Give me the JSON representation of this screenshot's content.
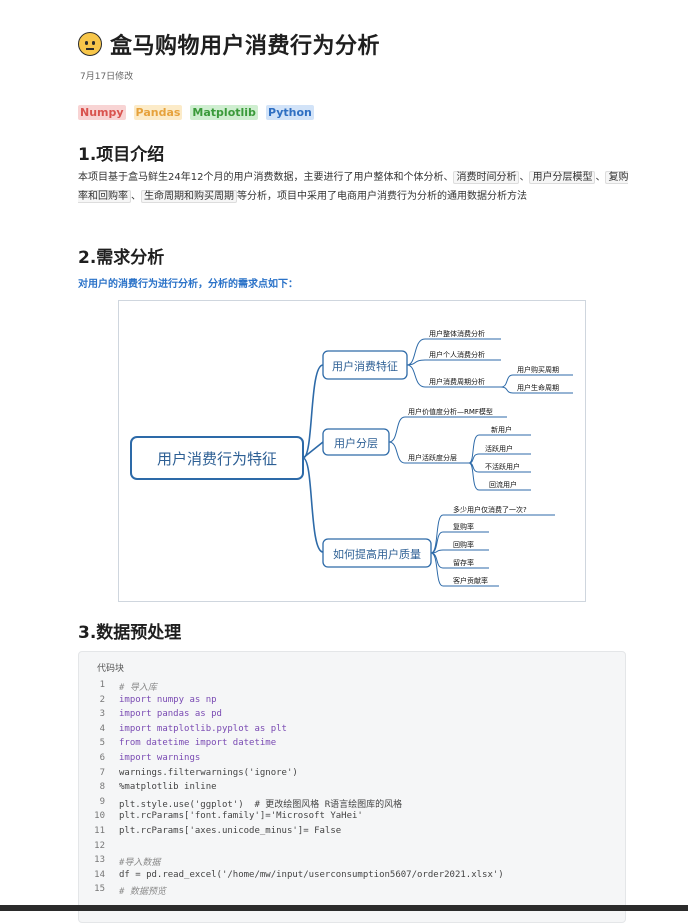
{
  "doc": {
    "title": "盒马购物用户消费行为分析",
    "modified": "7月17日修改",
    "tags": [
      "Numpy",
      "Pandas",
      "Matplotlib",
      "Python"
    ]
  },
  "sections": [
    {
      "heading": "1.项目介绍"
    },
    {
      "heading": "2.需求分析"
    },
    {
      "heading": "3.数据预处理"
    }
  ],
  "intro": {
    "t1": "本项目基于盒马鲜生24年12个月的用户消费数据，主要进行了用户整体和个体分析、",
    "h1": "消费时间分析",
    "t2": "、",
    "h2": "用户分层模型",
    "t3": "、",
    "h3": "复购率和回购率",
    "t4": "、",
    "h4": "生命周期和购买周期",
    "t5": "等分析，项目中采用了电商用户消费行为分析的通用数据分析方法"
  },
  "need": "对用户的消费行为进行分析，分析的需求点如下：",
  "mindmap": {
    "root": "用户消费行为特征",
    "b1": "用户消费特征",
    "b1_items": [
      "用户整体消费分析",
      "用户个人消费分析",
      "用户消费周期分析"
    ],
    "b1_sub": [
      "用户购买周期",
      "用户生命周期"
    ],
    "b2": "用户分层",
    "b2_items": [
      "用户价值度分析—RMF模型",
      "用户活跃度分层"
    ],
    "b2_sub": [
      "新用户",
      "活跃用户",
      "不活跃用户",
      "回流用户"
    ],
    "b3": "如何提高用户质量",
    "b3_items": [
      "多少用户仅消费了一次?",
      "复购率",
      "回购率",
      "留存率",
      "客户贡献率"
    ]
  },
  "code": {
    "header": "代码块",
    "lines": [
      {
        "n": "1",
        "t": "# 导入库"
      },
      {
        "n": "2",
        "t": "import numpy as np"
      },
      {
        "n": "3",
        "t": "import pandas as pd"
      },
      {
        "n": "4",
        "t": "import matplotlib.pyplot as plt"
      },
      {
        "n": "5",
        "t": "from datetime import datetime"
      },
      {
        "n": "6",
        "t": "import warnings"
      },
      {
        "n": "7",
        "t": "warnings.filterwarnings('ignore')"
      },
      {
        "n": "8",
        "t": "%matplotlib inline"
      },
      {
        "n": "9",
        "t": "plt.style.use('ggplot')  # 更改绘图风格 R语言绘图库的风格"
      },
      {
        "n": "10",
        "t": "plt.rcParams['font.family']='Microsoft YaHei'"
      },
      {
        "n": "11",
        "t": "plt.rcParams['axes.unicode_minus']= False"
      },
      {
        "n": "12",
        "t": ""
      },
      {
        "n": "13",
        "t": "#导入数据"
      },
      {
        "n": "14",
        "t": "df = pd.read_excel('/home/mw/input/userconsumption5607/order2021.xlsx')"
      },
      {
        "n": "15",
        "t": "# 数据预览"
      }
    ]
  }
}
